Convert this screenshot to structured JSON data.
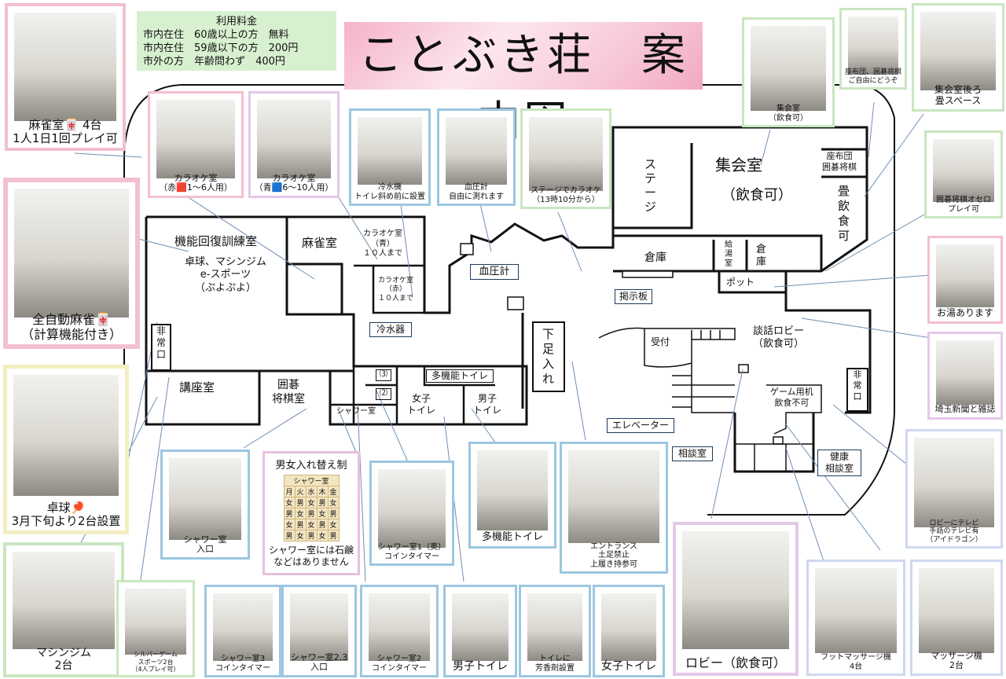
{
  "title": "ことぶき荘　案内図",
  "fees": {
    "heading": "利用料金",
    "rows": [
      {
        "who": "市内在住",
        "cond": "60歳以上の方",
        "price": "無料"
      },
      {
        "who": "市内在住",
        "cond": "59歳以下の方",
        "price": "200円"
      },
      {
        "who": "市外の方",
        "cond": "年齢問わず",
        "price": "400円"
      }
    ]
  },
  "rooms": {
    "rehab": "機能回復訓練室",
    "rehab_sub": "卓球、マシンジム\ne-スポーツ\n（ぷよぷよ）",
    "mahjong": "麻雀室",
    "karaoke_blue": "カラオケ室\n（青）\n１０人まで",
    "karaoke_red": "カラオケ室\n（赤）\n１０人まで",
    "emergency_left": "非\n常\n口",
    "lecture": "講座室",
    "go_shogi": "囲碁\n将棋室",
    "shower": "シャワー室",
    "shower3": "⑶",
    "shower2": "⑵",
    "women_wc": "女子\nトイレ",
    "men_wc": "男子\nトイレ",
    "multi_wc": "多機能トイレ",
    "shoes": "下\n足\n入\nれ",
    "stage": "ス\nテ\nー\nジ",
    "hall": "集会室",
    "hall_sub": "（飲食可）",
    "futon": "座布団\n囲碁将棋",
    "tatami": "畳\n飲\n食\n可",
    "storage1": "倉庫",
    "kitchen": "給\n湯\n室",
    "storage2": "倉\n庫",
    "pot": "ポット",
    "reception": "受付",
    "lobby": "談話ロビー\n（飲食可）",
    "game": "ゲーム用机\n飲食不可",
    "emergency_right": "非\n常\n口"
  },
  "tags": {
    "water_cooler": "冷水器",
    "blood_pressure": "血圧計",
    "bulletin": "掲示板",
    "elevator": "エレベーター",
    "consult": "相談室",
    "health": "健康\n相談室"
  },
  "rotation": {
    "heading": "男女入れ替え制",
    "schedule_title": "シャワー室",
    "days": [
      "月",
      "火",
      "水",
      "木",
      "金"
    ],
    "grid": [
      [
        "女",
        "男",
        "女",
        "男",
        "女"
      ],
      [
        "男",
        "女",
        "男",
        "女",
        "男"
      ],
      [
        "女",
        "男",
        "女",
        "男",
        "女"
      ],
      [
        "男",
        "女",
        "男",
        "女",
        "男"
      ]
    ],
    "note": "シャワー室には石鹸\nなどはありません"
  },
  "photos": [
    {
      "id": "mahjong-room",
      "caption": "麻雀室🀄 4台\n1人1日1回プレイ可",
      "color": "#f3c0cf"
    },
    {
      "id": "karaoke-red",
      "caption": "カラオケ室\n（赤🟥1～6人用）",
      "color": "#f3c0cf"
    },
    {
      "id": "karaoke-blue",
      "caption": "カラオケ室\n（青🟦6～10人用）",
      "color": "#e4c8e8"
    },
    {
      "id": "water-fountain",
      "caption": "冷水機\nトイレ斜め前に設置",
      "color": "#9cc7e0"
    },
    {
      "id": "blood-pressure-meter",
      "caption": "血圧計\n自由に測れます",
      "color": "#9cc7e0"
    },
    {
      "id": "stage-karaoke",
      "caption": "ステージでカラオケ\n（13時10分から）",
      "color": "#c9e6c0"
    },
    {
      "id": "hall-photo",
      "caption": "集会室\n（飲食可）",
      "color": "#c9e6c0"
    },
    {
      "id": "cushion-shelf",
      "caption": "座布団、囲碁将棋\nご自由にどうぞ",
      "color": "#c9e6c0"
    },
    {
      "id": "tatami-space",
      "caption": "集会室後ろ\n畳スペース",
      "color": "#c9e6c0"
    },
    {
      "id": "go-othello",
      "caption": "囲碁将棋オセロ\nプレイ可",
      "color": "#c9e6c0"
    },
    {
      "id": "auto-mahjong",
      "caption": "全自動麻雀🀄\n（計算機能付き）",
      "color": "#f3c0cf"
    },
    {
      "id": "hot-water",
      "caption": "お湯あります",
      "color": "#f3c0cf"
    },
    {
      "id": "newspaper",
      "caption": "埼玉新聞と雑誌",
      "color": "#e4c8e8"
    },
    {
      "id": "table-tennis",
      "caption": "卓球🏓\n3月下旬より2台設置",
      "color": "#f2eec2"
    },
    {
      "id": "lobby-tv",
      "caption": "ロビーにテレビ\n手話のテレビ有\n（アイドラゴン）",
      "color": "#cfd8f0"
    },
    {
      "id": "shower-entrance",
      "caption": "シャワー室\n入口",
      "color": "#9cc7e0"
    },
    {
      "id": "shower1",
      "caption": "シャワー室1（奥）\nコインタイマー",
      "color": "#9cc7e0"
    },
    {
      "id": "multi-toilet",
      "caption": "多機能トイレ",
      "color": "#9cc7e0"
    },
    {
      "id": "entrance",
      "caption": "エントランス\n土足禁止\n上履き持参可",
      "color": "#9cc7e0"
    },
    {
      "id": "lobby-photo",
      "caption": "ロビー（飲食可）",
      "color": "#e4c8e8"
    },
    {
      "id": "machine-gym",
      "caption": "マシンジム\n2台",
      "color": "#c9e6c0"
    },
    {
      "id": "silver-game",
      "caption": "シルバーゲーム\nスポーツ2台\n（4人プレイ可）",
      "color": "#c9e6c0"
    },
    {
      "id": "shower3",
      "caption": "シャワー室3\nコインタイマー",
      "color": "#9cc7e0"
    },
    {
      "id": "shower23-entry",
      "caption": "シャワー室2,3\n入口",
      "color": "#9cc7e0"
    },
    {
      "id": "shower2",
      "caption": "シャワー室2\nコインタイマー",
      "color": "#9cc7e0"
    },
    {
      "id": "men-toilet",
      "caption": "男子トイレ",
      "color": "#9cc7e0"
    },
    {
      "id": "air-freshener",
      "caption": "トイレに\n芳香剤設置",
      "color": "#9cc7e0"
    },
    {
      "id": "women-toilet",
      "caption": "女子トイレ",
      "color": "#9cc7e0"
    },
    {
      "id": "foot-massage",
      "caption": "フットマッサージ機\n4台",
      "color": "#cfd8f0"
    },
    {
      "id": "massage-chair",
      "caption": "マッサージ機\n2台",
      "color": "#cfd8f0"
    }
  ]
}
